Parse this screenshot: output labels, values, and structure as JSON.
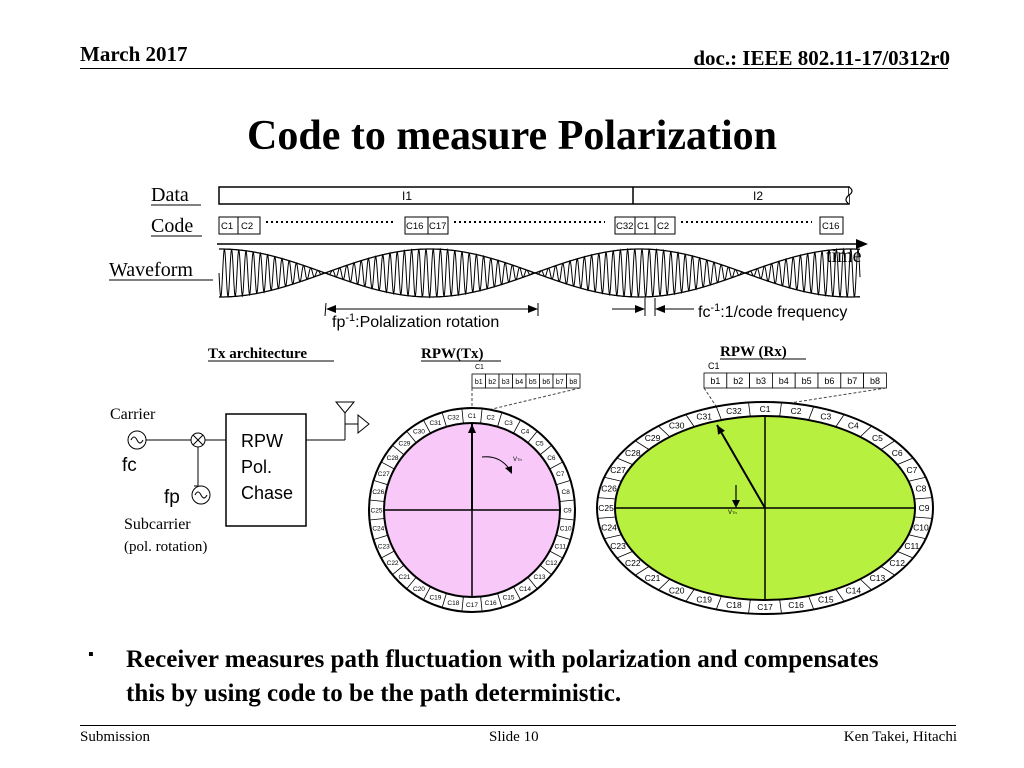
{
  "header": {
    "date": "March 2017",
    "doc": "doc.: IEEE 802.11-17/0312r0"
  },
  "slide_title": "Code to measure Polarization",
  "timing": {
    "data_label": "Data",
    "code_label": "Code",
    "waveform_label": "Waveform",
    "time_label": "time",
    "data_segments": [
      "I1",
      "I2"
    ],
    "code_cells": [
      "C1",
      "C2",
      "C16",
      "C17",
      "C32",
      "C1",
      "C2",
      "C16"
    ],
    "fp_label": "fp",
    "fp_exp": "-1",
    "fp_text": ":Polalization rotation",
    "fc_label": "fc",
    "fc_exp": "-1",
    "fc_text": ":1/code frequency"
  },
  "tx": {
    "title": "Tx architecture",
    "carrier": "Carrier",
    "fc": "fc",
    "fp": "fp",
    "subcarrier": "Subcarrier",
    "subcarrier_note": "(pol. rotation)",
    "block_lines": [
      "RPW",
      "Pol.",
      "Chase"
    ]
  },
  "rpw_tx": {
    "title": "RPW(Tx)",
    "code_ref": "C1",
    "bits": [
      "b1",
      "b2",
      "b3",
      "b4",
      "b5",
      "b6",
      "b7",
      "b8"
    ],
    "segments": [
      "C1",
      "C2",
      "C3",
      "C4",
      "C5",
      "C6",
      "C7",
      "C8",
      "C9",
      "C10",
      "C11",
      "C12",
      "C13",
      "C14",
      "C15",
      "C16",
      "C17",
      "C18",
      "C19",
      "C20",
      "C21",
      "C22",
      "C23",
      "C24",
      "C25",
      "C26",
      "C27",
      "C28",
      "C29",
      "C30",
      "C31",
      "C32"
    ],
    "vector_label": "V",
    "vector_sub": "Th",
    "fill": "#f8c8f8"
  },
  "rpw_rx": {
    "title": "RPW (Rx)",
    "code_ref": "C1",
    "bits": [
      "b1",
      "b2",
      "b3",
      "b4",
      "b5",
      "b6",
      "b7",
      "b8"
    ],
    "segments": [
      "C1",
      "C2",
      "C3",
      "C4",
      "C5",
      "C6",
      "C7",
      "C8",
      "C9",
      "C10",
      "C11",
      "C12",
      "C13",
      "C14",
      "C15",
      "C16",
      "C17",
      "C18",
      "C19",
      "C20",
      "C21",
      "C22",
      "C23",
      "C24",
      "C25",
      "C26",
      "C27",
      "C28",
      "C29",
      "C30",
      "C31",
      "C32"
    ],
    "vector_label": "V",
    "vector_sub": "Th",
    "fill": "#b8f040"
  },
  "bullet": "Receiver measures path fluctuation with polarization and compensates this by using code to be the path deterministic.",
  "footer": {
    "left": "Submission",
    "center": "Slide 10",
    "right": "Ken Takei, Hitachi"
  }
}
